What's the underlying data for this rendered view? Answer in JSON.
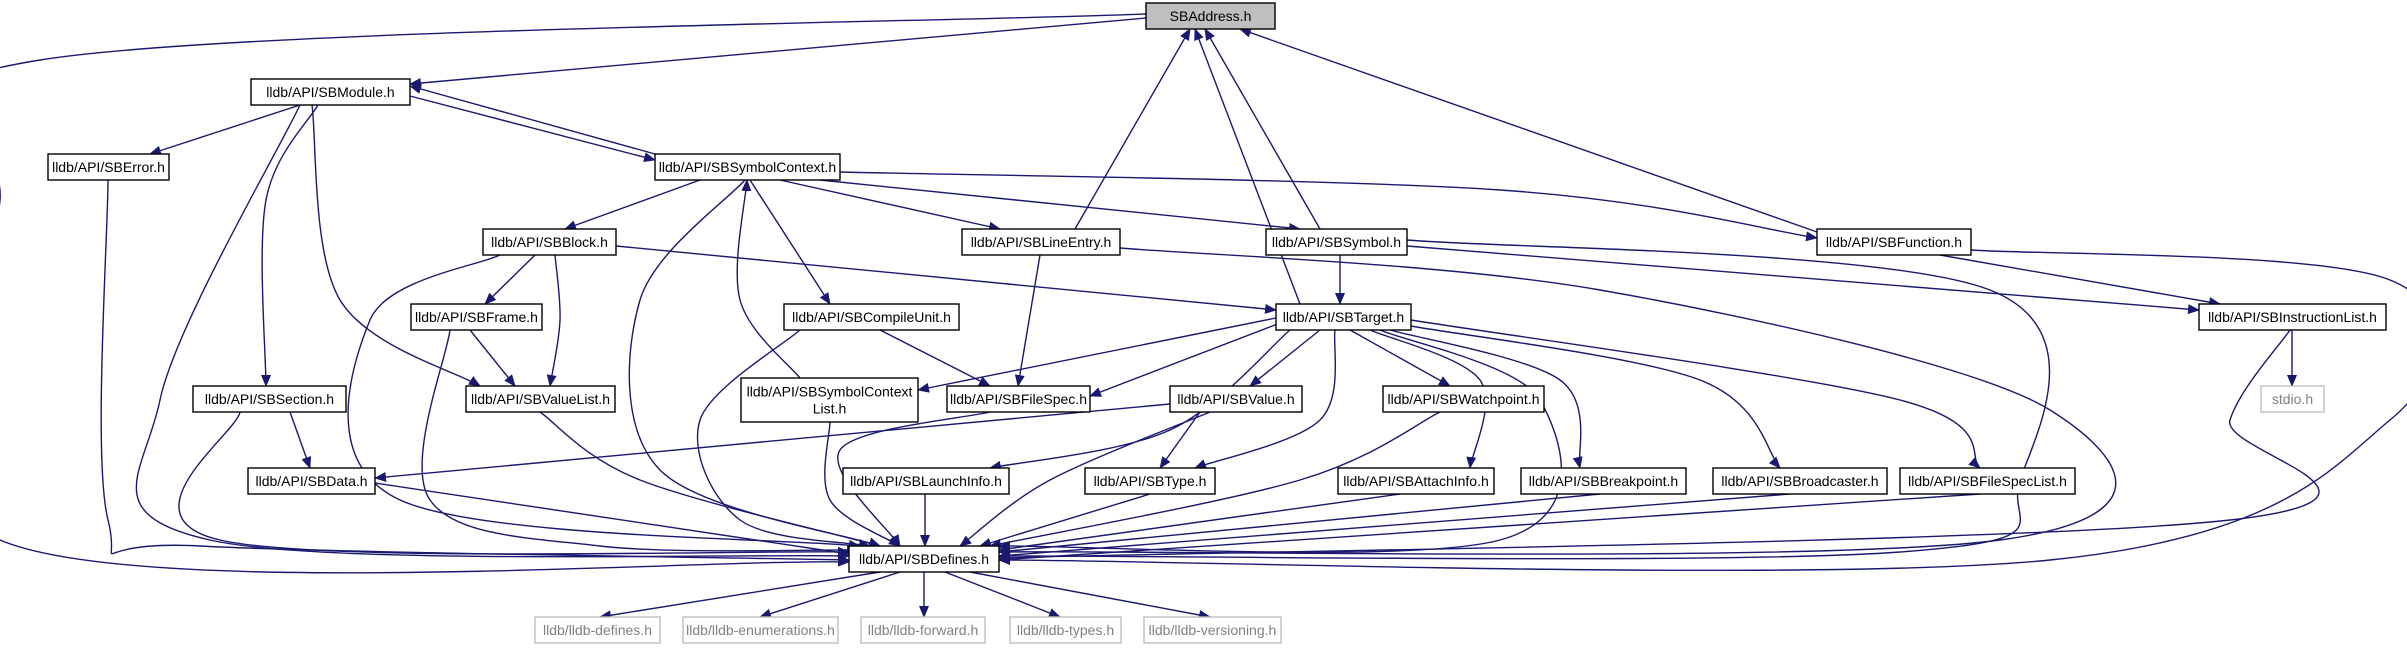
{
  "colors": {
    "edge": "#191970",
    "node_border": "#000000",
    "root_fill": "#bfbfbf",
    "external_border": "#bfbfbf",
    "external_text": "#808080"
  },
  "nodes": [
    {
      "id": "sbaddress",
      "kind": "root",
      "lines": [
        "SBAddress.h"
      ]
    },
    {
      "id": "sbmodule",
      "kind": "file",
      "lines": [
        "lldb/API/SBModule.h"
      ]
    },
    {
      "id": "sberror",
      "kind": "file",
      "lines": [
        "lldb/API/SBError.h"
      ]
    },
    {
      "id": "sbsymbolcontext",
      "kind": "file",
      "lines": [
        "lldb/API/SBSymbolContext.h"
      ]
    },
    {
      "id": "sbblock",
      "kind": "file",
      "lines": [
        "lldb/API/SBBlock.h"
      ]
    },
    {
      "id": "sblineentry",
      "kind": "file",
      "lines": [
        "lldb/API/SBLineEntry.h"
      ]
    },
    {
      "id": "sbsymbol",
      "kind": "file",
      "lines": [
        "lldb/API/SBSymbol.h"
      ]
    },
    {
      "id": "sbfunction",
      "kind": "file",
      "lines": [
        "lldb/API/SBFunction.h"
      ]
    },
    {
      "id": "sbframe",
      "kind": "file",
      "lines": [
        "lldb/API/SBFrame.h"
      ]
    },
    {
      "id": "sbcompileunit",
      "kind": "file",
      "lines": [
        "lldb/API/SBCompileUnit.h"
      ]
    },
    {
      "id": "sbtarget",
      "kind": "file",
      "lines": [
        "lldb/API/SBTarget.h"
      ]
    },
    {
      "id": "sbinstructionlist",
      "kind": "file",
      "lines": [
        "lldb/API/SBInstructionList.h"
      ]
    },
    {
      "id": "sbsection",
      "kind": "file",
      "lines": [
        "lldb/API/SBSection.h"
      ]
    },
    {
      "id": "sbvaluelist",
      "kind": "file",
      "lines": [
        "lldb/API/SBValueList.h"
      ]
    },
    {
      "id": "sbsymbolcontextlist",
      "kind": "file",
      "lines": [
        "lldb/API/SBSymbolContext",
        "List.h"
      ]
    },
    {
      "id": "sbfilespec",
      "kind": "file",
      "lines": [
        "lldb/API/SBFileSpec.h"
      ]
    },
    {
      "id": "sbvalue",
      "kind": "file",
      "lines": [
        "lldb/API/SBValue.h"
      ]
    },
    {
      "id": "sbwatchpoint",
      "kind": "file",
      "lines": [
        "lldb/API/SBWatchpoint.h"
      ]
    },
    {
      "id": "stdio",
      "kind": "external",
      "lines": [
        "stdio.h"
      ]
    },
    {
      "id": "sbdata",
      "kind": "file",
      "lines": [
        "lldb/API/SBData.h"
      ]
    },
    {
      "id": "sblaunchinfo",
      "kind": "file",
      "lines": [
        "lldb/API/SBLaunchInfo.h"
      ]
    },
    {
      "id": "sbtype",
      "kind": "file",
      "lines": [
        "lldb/API/SBType.h"
      ]
    },
    {
      "id": "sbattachinfo",
      "kind": "file",
      "lines": [
        "lldb/API/SBAttachInfo.h"
      ]
    },
    {
      "id": "sbbreakpoint",
      "kind": "file",
      "lines": [
        "lldb/API/SBBreakpoint.h"
      ]
    },
    {
      "id": "sbbroadcaster",
      "kind": "file",
      "lines": [
        "lldb/API/SBBroadcaster.h"
      ]
    },
    {
      "id": "sbfilespeclist",
      "kind": "file",
      "lines": [
        "lldb/API/SBFileSpecList.h"
      ]
    },
    {
      "id": "sbdefines",
      "kind": "file",
      "lines": [
        "lldb/API/SBDefines.h"
      ]
    },
    {
      "id": "lldbdefines",
      "kind": "external",
      "lines": [
        "lldb/lldb-defines.h"
      ]
    },
    {
      "id": "lldbenumerations",
      "kind": "external",
      "lines": [
        "lldb/lldb-enumerations.h"
      ]
    },
    {
      "id": "lldbforward",
      "kind": "external",
      "lines": [
        "lldb/lldb-forward.h"
      ]
    },
    {
      "id": "lldbtypes",
      "kind": "external",
      "lines": [
        "lldb/lldb-types.h"
      ]
    },
    {
      "id": "lldbversioning",
      "kind": "external",
      "lines": [
        "lldb/lldb-versioning.h"
      ]
    }
  ],
  "edges": [
    {
      "from": "sbaddress",
      "to": "sbmodule"
    },
    {
      "from": "sbaddress",
      "to": "sbdefines"
    },
    {
      "from": "sbmodule",
      "to": "sberror"
    },
    {
      "from": "sbmodule",
      "to": "sbsymbolcontext"
    },
    {
      "from": "sbmodule",
      "to": "sbsection"
    },
    {
      "from": "sbmodule",
      "to": "sbvaluelist"
    },
    {
      "from": "sbmodule",
      "to": "sbdefines"
    },
    {
      "from": "sbsymbolcontext",
      "to": "sbmodule"
    },
    {
      "from": "sbsymbolcontext",
      "to": "sbblock"
    },
    {
      "from": "sbsymbolcontext",
      "to": "sblineentry"
    },
    {
      "from": "sbsymbolcontext",
      "to": "sbsymbol"
    },
    {
      "from": "sbsymbolcontext",
      "to": "sbfunction"
    },
    {
      "from": "sbsymbolcontext",
      "to": "sbcompileunit"
    },
    {
      "from": "sbsymbolcontext",
      "to": "sbdefines"
    },
    {
      "from": "sberror",
      "to": "sbdefines"
    },
    {
      "from": "sbblock",
      "to": "sbframe"
    },
    {
      "from": "sbblock",
      "to": "sbvaluelist"
    },
    {
      "from": "sbblock",
      "to": "sbtarget"
    },
    {
      "from": "sbblock",
      "to": "sbdefines"
    },
    {
      "from": "sblineentry",
      "to": "sbaddress"
    },
    {
      "from": "sblineentry",
      "to": "sbfilespec"
    },
    {
      "from": "sblineentry",
      "to": "sbdefines"
    },
    {
      "from": "sbsymbol",
      "to": "sbaddress"
    },
    {
      "from": "sbsymbol",
      "to": "sbtarget"
    },
    {
      "from": "sbsymbol",
      "to": "sbinstructionlist"
    },
    {
      "from": "sbsymbol",
      "to": "sbdefines"
    },
    {
      "from": "sbfunction",
      "to": "sbaddress"
    },
    {
      "from": "sbfunction",
      "to": "sbinstructionlist"
    },
    {
      "from": "sbfunction",
      "to": "sbdefines"
    },
    {
      "from": "sbframe",
      "to": "sbvaluelist"
    },
    {
      "from": "sbframe",
      "to": "sbdefines"
    },
    {
      "from": "sbcompileunit",
      "to": "sbfilespec"
    },
    {
      "from": "sbcompileunit",
      "to": "sbdefines"
    },
    {
      "from": "sbtarget",
      "to": "sbaddress"
    },
    {
      "from": "sbtarget",
      "to": "sbsymbolcontextlist"
    },
    {
      "from": "sbtarget",
      "to": "sbfilespec"
    },
    {
      "from": "sbtarget",
      "to": "sbvalue"
    },
    {
      "from": "sbtarget",
      "to": "sbwatchpoint"
    },
    {
      "from": "sbtarget",
      "to": "sblaunchinfo"
    },
    {
      "from": "sbtarget",
      "to": "sbtype"
    },
    {
      "from": "sbtarget",
      "to": "sbattachinfo"
    },
    {
      "from": "sbtarget",
      "to": "sbbreakpoint"
    },
    {
      "from": "sbtarget",
      "to": "sbbroadcaster"
    },
    {
      "from": "sbtarget",
      "to": "sbfilespeclist"
    },
    {
      "from": "sbtarget",
      "to": "sbdefines"
    },
    {
      "from": "sbinstructionlist",
      "to": "stdio"
    },
    {
      "from": "sbinstructionlist",
      "to": "sbdefines"
    },
    {
      "from": "sbsection",
      "to": "sbdata"
    },
    {
      "from": "sbsection",
      "to": "sbdefines"
    },
    {
      "from": "sbvaluelist",
      "to": "sbdefines"
    },
    {
      "from": "sbsymbolcontextlist",
      "to": "sbsymbolcontext"
    },
    {
      "from": "sbsymbolcontextlist",
      "to": "sbdefines"
    },
    {
      "from": "sbfilespec",
      "to": "sbdefines"
    },
    {
      "from": "sbvalue",
      "to": "sbdata"
    },
    {
      "from": "sbvalue",
      "to": "sbtype"
    },
    {
      "from": "sbvalue",
      "to": "sbdefines"
    },
    {
      "from": "sbwatchpoint",
      "to": "sbdefines"
    },
    {
      "from": "sbdata",
      "to": "sbdefines"
    },
    {
      "from": "sblaunchinfo",
      "to": "sbdefines"
    },
    {
      "from": "sbtype",
      "to": "sbdefines"
    },
    {
      "from": "sbattachinfo",
      "to": "sbdefines"
    },
    {
      "from": "sbbreakpoint",
      "to": "sbdefines"
    },
    {
      "from": "sbbroadcaster",
      "to": "sbdefines"
    },
    {
      "from": "sbfilespeclist",
      "to": "sbdefines"
    },
    {
      "from": "sbdefines",
      "to": "lldbdefines"
    },
    {
      "from": "sbdefines",
      "to": "lldbenumerations"
    },
    {
      "from": "sbdefines",
      "to": "lldbforward"
    },
    {
      "from": "sbdefines",
      "to": "lldbtypes"
    },
    {
      "from": "sbdefines",
      "to": "lldbversioning"
    }
  ]
}
